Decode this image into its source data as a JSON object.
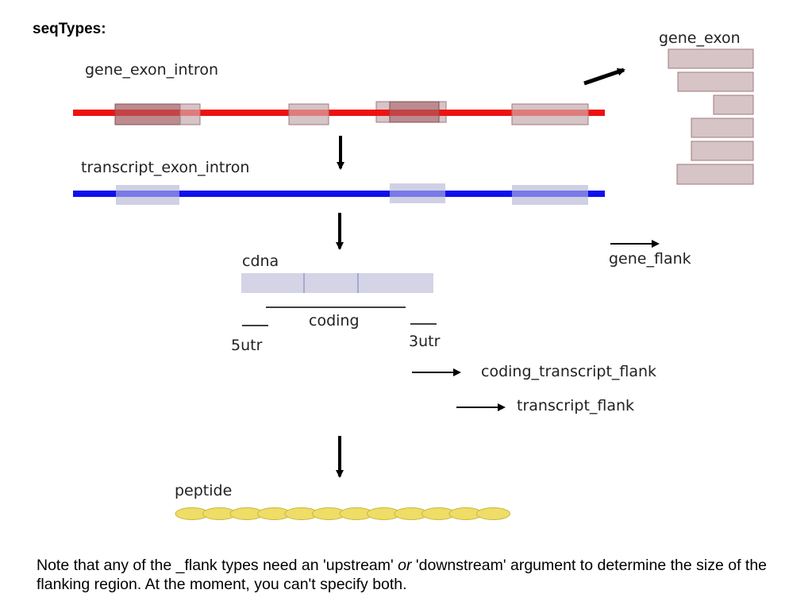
{
  "heading": "seqTypes:",
  "labels": {
    "gene_exon_intron": "gene_exon_intron",
    "transcript_exon_intron": "transcript_exon_intron",
    "gene_exon": "gene_exon",
    "gene_flank": "gene_flank",
    "cdna": "cdna",
    "coding": "coding",
    "utr5": "5utr",
    "utr3": "3utr",
    "coding_transcript_flank": "coding_transcript_flank",
    "transcript_flank": "transcript_flank",
    "peptide": "peptide"
  },
  "colors": {
    "gene_line": "#ee1111",
    "transcript_line": "#1010ee",
    "gene_exon_fill": "#d6c4c6",
    "gene_exon_stroke": "#a07a7e",
    "gene_exon_dark": "#b07f84",
    "transcript_exon_fill": "#d0d0e4",
    "cdna_fill": "#d4d4e6",
    "peptide_fill": "#eedd66"
  },
  "note": {
    "part1": "Note that any of the _flank types need an 'upstream' ",
    "emphasis": "or",
    "part2": " 'downstream' argument to determine the size of the flanking region. At the moment, you can't specify both."
  }
}
